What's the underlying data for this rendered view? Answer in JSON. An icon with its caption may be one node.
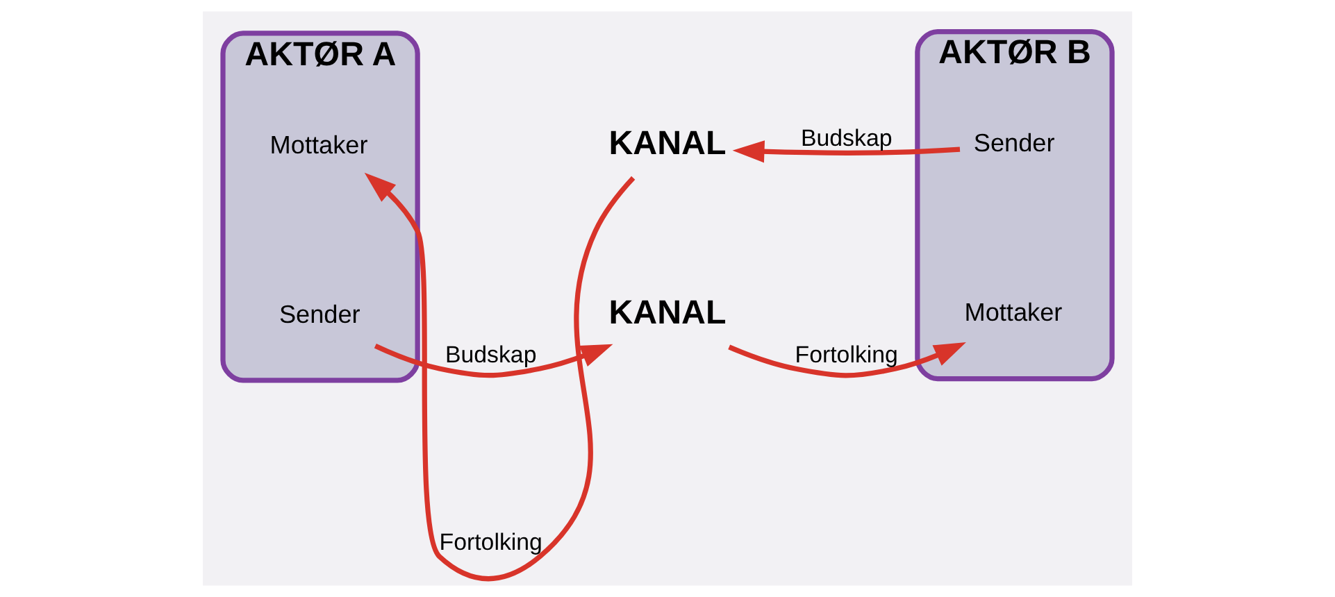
{
  "diagram": {
    "nodes": [
      {
        "text": [
          "AKTØR A"
        ]
      },
      {
        "text": [
          "Mottaker"
        ],
        "in": 0
      },
      {
        "text": [
          "Sender"
        ],
        "in": 0
      },
      {
        "text": [
          "KANAL"
        ]
      },
      {
        "text": [
          "KANAL"
        ]
      },
      {
        "text": [
          "AKTØR B"
        ]
      },
      {
        "text": [
          "Sender"
        ],
        "in": 5
      },
      {
        "text": [
          "Mottaker"
        ],
        "in": 5
      }
    ],
    "edges": [
      {
        "from": 6,
        "to": 3,
        "arrow": "to",
        "label": "Budskap"
      },
      {
        "from": 3,
        "to": 1,
        "arrow": "to",
        "label": "Fortolking"
      },
      {
        "from": 2,
        "to": 4,
        "arrow": "to",
        "label": "Budskap"
      },
      {
        "from": 4,
        "to": 7,
        "arrow": "to",
        "label": "Fortolking"
      }
    ]
  }
}
